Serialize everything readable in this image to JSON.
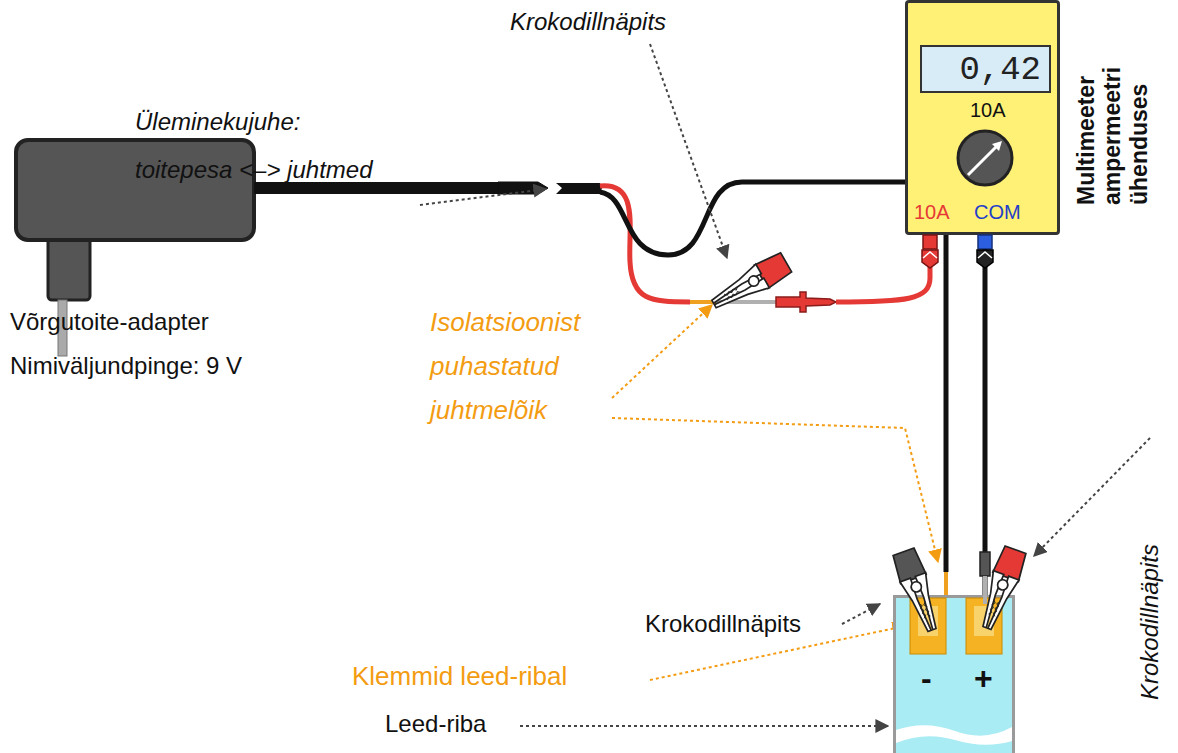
{
  "diagram": {
    "nodes": [
      {
        "text": [
          "10A",
          "10A",
          "COM",
          "Multimeeter ampermeetri ühenduses"
        ]
      },
      {
        "text": [
          "0,42"
        ],
        "in": 0
      },
      {
        "text": [
          "-",
          "+"
        ]
      }
    ],
    "edges": [
      {
        "from": 0,
        "to": 2,
        "arrow": "none"
      }
    ],
    "labels": [
      "Krokodillnäpits",
      "Üleminekujuhe:",
      "toitepesa <–> juhtmed",
      "Isolatsioonist",
      "puhastatud",
      "juhtmelõik",
      "Võrgutoite-adapter",
      "Nimiväljundpinge: 9 V",
      "Krokodillnäpits",
      "Klemmid leed-ribal",
      "Leed-riba",
      "Krokodillnäpits"
    ]
  }
}
